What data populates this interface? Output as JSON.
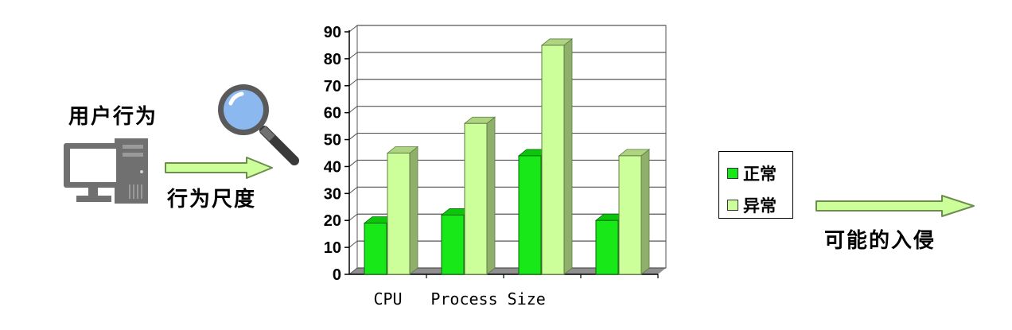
{
  "left": {
    "user_behavior_label": "用户行为",
    "arrow_label": "行为尺度"
  },
  "right": {
    "arrow_label": "可能的入侵"
  },
  "colors": {
    "normal": "#18e818",
    "abnormal": "#ccff99",
    "arrow_fill": "#ccff99"
  },
  "chart_data": {
    "type": "bar",
    "categories": [
      "CPU",
      "",
      "Process Size",
      ""
    ],
    "series": [
      {
        "name": "正常",
        "values": [
          19,
          22,
          44,
          20
        ]
      },
      {
        "name": "异常",
        "values": [
          45,
          56,
          85,
          44
        ]
      }
    ],
    "ylim": [
      0,
      90
    ],
    "yticks": [
      "0",
      "10",
      "20",
      "30",
      "40",
      "50",
      "60",
      "70",
      "80",
      "90"
    ],
    "grid": true,
    "legend": "right"
  }
}
